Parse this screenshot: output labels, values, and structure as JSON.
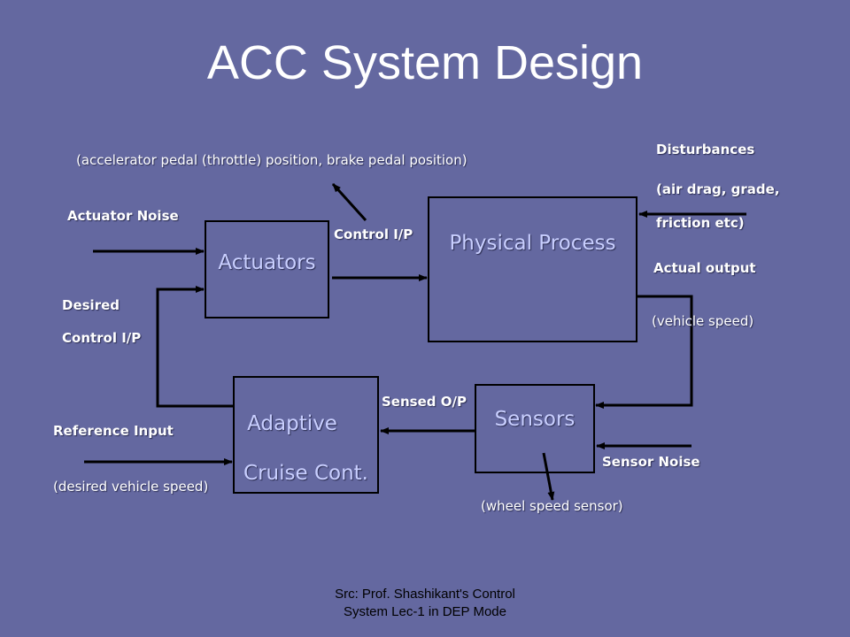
{
  "slide": {
    "title": "ACC System Design",
    "footer_line1": "Src: Prof. Shashikant's Control",
    "footer_line2": "System Lec-1 in DEP Mode"
  },
  "blocks": {
    "actuators": "Actuators",
    "physical_process": "Physical Process",
    "adaptive_line1": "Adaptive",
    "adaptive_line2": "Cruise Cont.",
    "sensors": "Sensors"
  },
  "labels": {
    "actuator_outputs": "(accelerator pedal (throttle) position, brake pedal position)",
    "disturbances": "Disturbances",
    "disturbances_detail_line1": "(air drag, grade,",
    "disturbances_detail_line2": "friction etc)",
    "actuator_noise": "Actuator Noise",
    "control_ip": "Control I/P",
    "actual_output": "Actual output",
    "vehicle_speed": "(vehicle speed)",
    "desired": "Desired",
    "desired_control_ip": "Control I/P",
    "sensed_op": "Sensed O/P",
    "reference_input": "Reference Input",
    "desired_vehicle_speed": "(desired vehicle speed)",
    "sensor_noise": "Sensor Noise",
    "wheel_speed_sensor": "(wheel speed sensor)"
  },
  "colors": {
    "background": "#6468a0",
    "block_text": "#c9cfff",
    "line": "#000000",
    "footer_text": "#000000"
  }
}
